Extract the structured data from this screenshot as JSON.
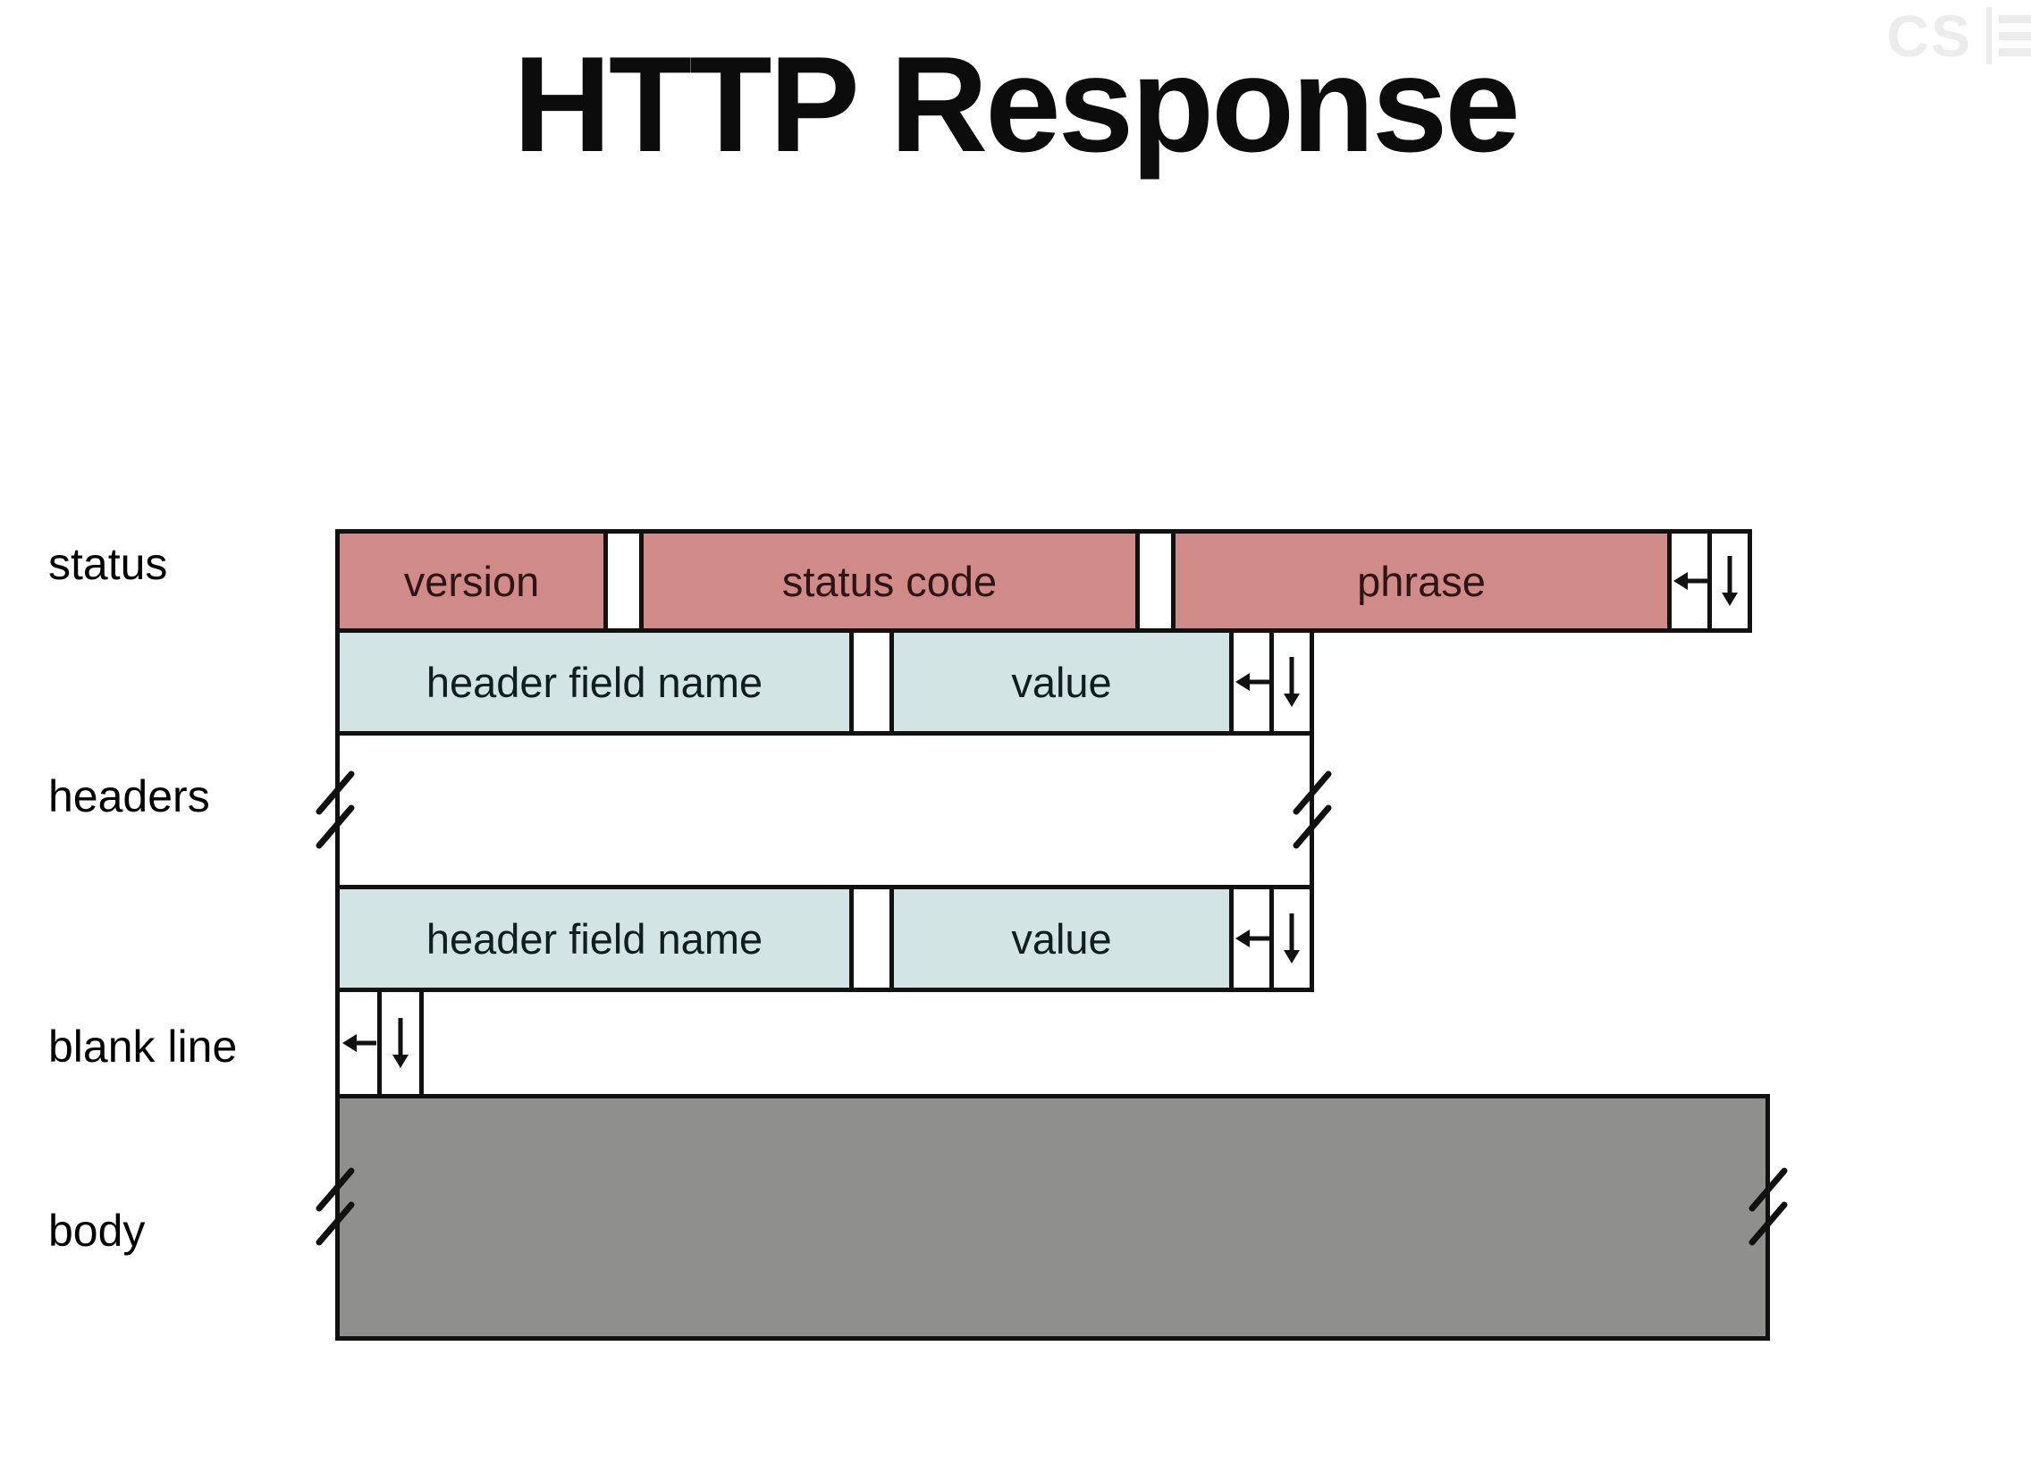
{
  "title": "HTTP Response",
  "watermark": {
    "text": "CS"
  },
  "diagram": {
    "rows": {
      "status": {
        "label": "status",
        "version": "version",
        "status_code": "status code",
        "phrase": "phrase"
      },
      "headers": {
        "label": "headers",
        "field_name": "header field name",
        "value": "value"
      },
      "blank_line": {
        "label": "blank line"
      },
      "body": {
        "label": "body"
      }
    }
  },
  "icons": {
    "carriage_return": "←",
    "line_feed": "↓",
    "break_mark": "//"
  },
  "colors": {
    "status_fill": "#d08b89",
    "header_fill": "#d3e4e5",
    "body_fill": "#8f8f8d",
    "border": "#111111",
    "watermark": "#ececec",
    "background": "#ffffff"
  }
}
